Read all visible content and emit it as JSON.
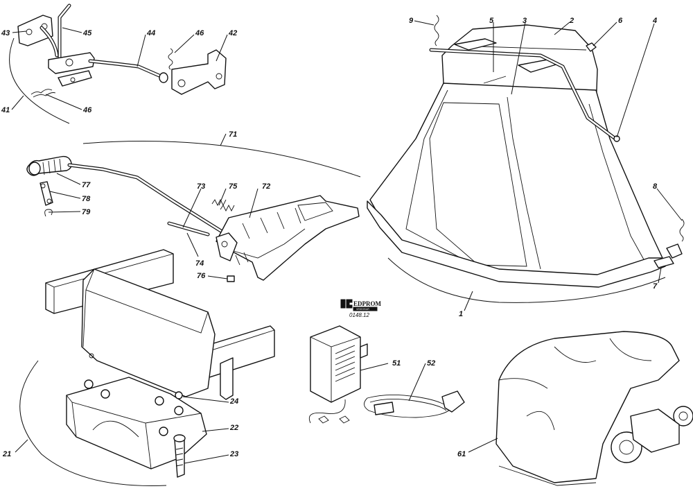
{
  "diagram": {
    "type": "exploded-parts-diagram",
    "logo": {
      "brand": "EDPROM",
      "sub": "VEDEZKAR",
      "code": "0148.12"
    },
    "callouts": [
      {
        "id": "c43",
        "num": "43"
      },
      {
        "id": "c45",
        "num": "45"
      },
      {
        "id": "c44",
        "num": "44"
      },
      {
        "id": "c46a",
        "num": "46"
      },
      {
        "id": "c42",
        "num": "42"
      },
      {
        "id": "c41",
        "num": "41"
      },
      {
        "id": "c46b",
        "num": "46"
      },
      {
        "id": "c71",
        "num": "71"
      },
      {
        "id": "c77",
        "num": "77"
      },
      {
        "id": "c78",
        "num": "78"
      },
      {
        "id": "c79",
        "num": "79"
      },
      {
        "id": "c73",
        "num": "73"
      },
      {
        "id": "c75",
        "num": "75"
      },
      {
        "id": "c72",
        "num": "72"
      },
      {
        "id": "c74",
        "num": "74"
      },
      {
        "id": "c76",
        "num": "76"
      },
      {
        "id": "c9",
        "num": "9"
      },
      {
        "id": "c5",
        "num": "5"
      },
      {
        "id": "c3",
        "num": "3"
      },
      {
        "id": "c2",
        "num": "2"
      },
      {
        "id": "c6",
        "num": "6"
      },
      {
        "id": "c4",
        "num": "4"
      },
      {
        "id": "c8",
        "num": "8"
      },
      {
        "id": "c7",
        "num": "7"
      },
      {
        "id": "c1",
        "num": "1"
      },
      {
        "id": "c51",
        "num": "51"
      },
      {
        "id": "c52",
        "num": "52"
      },
      {
        "id": "c24",
        "num": "24"
      },
      {
        "id": "c22",
        "num": "22"
      },
      {
        "id": "c21",
        "num": "21"
      },
      {
        "id": "c23",
        "num": "23"
      },
      {
        "id": "c61",
        "num": "61"
      }
    ]
  }
}
